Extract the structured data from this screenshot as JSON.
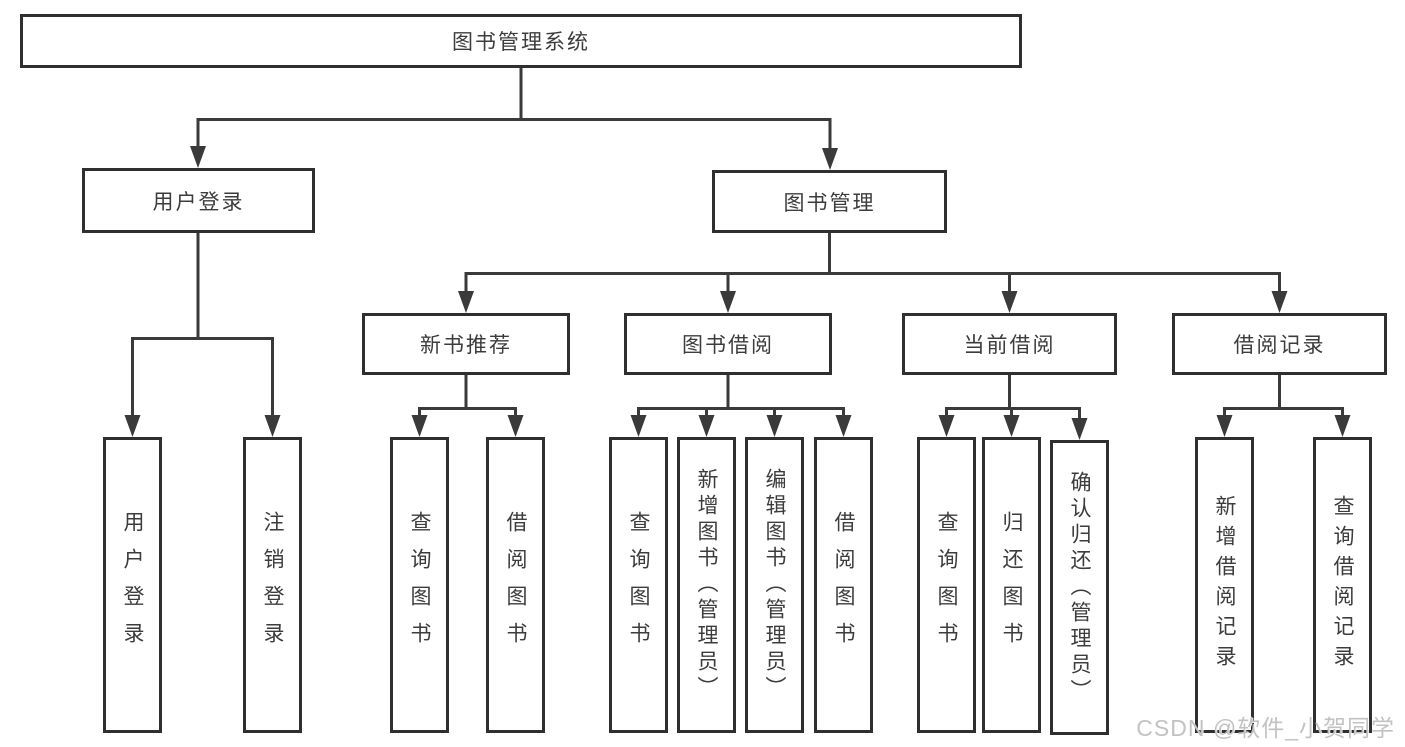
{
  "root": {
    "label": "图书管理系统"
  },
  "level2": {
    "user_login": {
      "label": "用户登录"
    },
    "book_management": {
      "label": "图书管理"
    }
  },
  "level3": {
    "new_book_recommend": {
      "label": "新书推荐"
    },
    "book_borrow": {
      "label": "图书借阅"
    },
    "current_borrow": {
      "label": "当前借阅"
    },
    "borrow_records": {
      "label": "借阅记录"
    }
  },
  "leaves": {
    "user_login_leaf": {
      "label": "用户登录"
    },
    "logout": {
      "label": "注销登录"
    },
    "recommend_query_books": {
      "label": "查询图书"
    },
    "recommend_borrow_books": {
      "label": "借阅图书"
    },
    "borrow_query_books": {
      "label": "查询图书"
    },
    "add_books_admin": {
      "label": "新增图书（管理员）"
    },
    "edit_books_admin": {
      "label": "编辑图书（管理员）"
    },
    "borrow_borrow_books": {
      "label": "借阅图书"
    },
    "current_query_books": {
      "label": "查询图书"
    },
    "return_books": {
      "label": "归还图书"
    },
    "confirm_return_admin": {
      "label": "确认归还（管理员）"
    },
    "add_borrow_record": {
      "label": "新增借阅记录"
    },
    "query_borrow_record": {
      "label": "查询借阅记录"
    }
  },
  "watermark": {
    "text": "CSDN @软件_小贺同学"
  },
  "colors": {
    "background": "#ffffff",
    "box_border": "#2f2f2f",
    "line": "#3a3a3a",
    "text": "#3c3c3c",
    "watermark": "#c2c2c2"
  }
}
